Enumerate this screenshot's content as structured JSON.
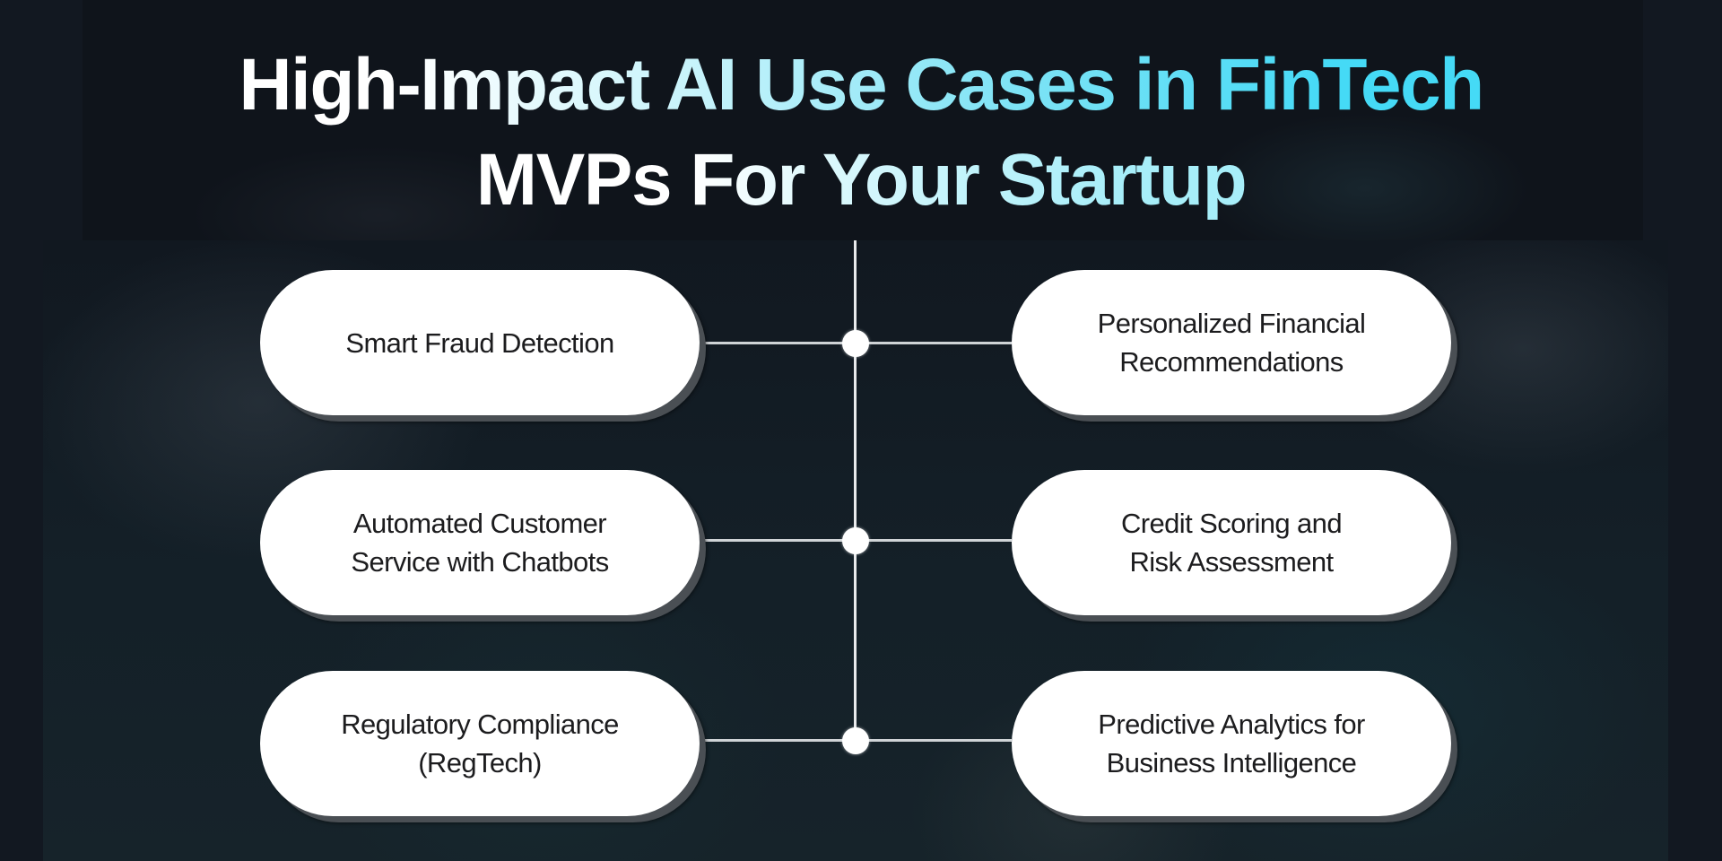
{
  "title": {
    "line1_plain": "High-Impact ",
    "line1_accent": "AI Use Cases in FinTech",
    "line2_plain": "MVPs For ",
    "line2_accent": "Your Startup",
    "full_text": "High-Impact AI Use Cases in FinTech MVPs For Your Startup"
  },
  "colors": {
    "background": "#0f141b",
    "title_white": "#ffffff",
    "title_accent_cyan": "#45daf6",
    "pill_fill": "#ffffff",
    "pill_shadow": "#4a4f54",
    "pill_text": "#1c1c1e",
    "connector": "#e8eaec"
  },
  "diagram": {
    "type": "hub-spine",
    "left_items": [
      {
        "label": "Smart Fraud Detection"
      },
      {
        "label": "Automated Customer\nService with Chatbots"
      },
      {
        "label": "Regulatory Compliance\n(RegTech)"
      }
    ],
    "right_items": [
      {
        "label": "Personalized Financial\nRecommendations"
      },
      {
        "label": "Credit Scoring and\nRisk Assessment"
      },
      {
        "label": "Predictive Analytics for\nBusiness Intelligence"
      }
    ],
    "connector_nodes": 3
  }
}
